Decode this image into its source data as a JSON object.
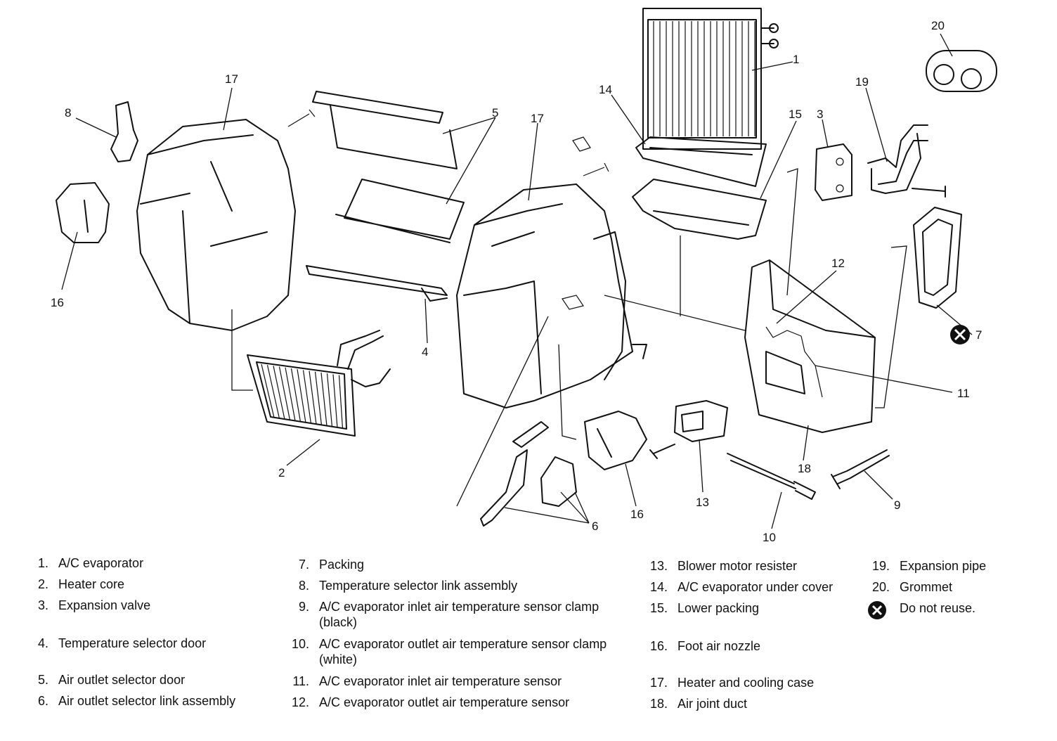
{
  "callouts": [
    "1",
    "2",
    "3",
    "4",
    "5",
    "6",
    "7",
    "8",
    "9",
    "10",
    "11",
    "12",
    "13",
    "14",
    "15",
    "16",
    "16",
    "17",
    "17",
    "18",
    "19",
    "20"
  ],
  "legend": {
    "items": [
      {
        "num": "1.",
        "text": "A/C evaporator"
      },
      {
        "num": "2.",
        "text": "Heater core"
      },
      {
        "num": "3.",
        "text": "Expansion valve"
      },
      {
        "num": "4.",
        "text": "Temperature selector door"
      },
      {
        "num": "5.",
        "text": "Air outlet selector door"
      },
      {
        "num": "6.",
        "text": "Air outlet selector link assembly"
      },
      {
        "num": "7.",
        "text": "Packing"
      },
      {
        "num": "8.",
        "text": "Temperature selector link assembly"
      },
      {
        "num": "9.",
        "text": "A/C evaporator inlet air temperature sensor clamp",
        "text2": "(black)"
      },
      {
        "num": "10.",
        "text": "A/C evaporator outlet air temperature sensor clamp",
        "text2": "(white)"
      },
      {
        "num": "11.",
        "text": "A/C evaporator inlet air temperature sensor"
      },
      {
        "num": "12.",
        "text": "A/C evaporator outlet air temperature sensor"
      },
      {
        "num": "13.",
        "text": "Blower motor resister"
      },
      {
        "num": "14.",
        "text": "A/C evaporator under cover"
      },
      {
        "num": "15.",
        "text": "Lower packing"
      },
      {
        "num": "16.",
        "text": "Foot air nozzle"
      },
      {
        "num": "17.",
        "text": "Heater and cooling case"
      },
      {
        "num": "18.",
        "text": "Air joint duct"
      },
      {
        "num": "19.",
        "text": "Expansion pipe"
      },
      {
        "num": "20.",
        "text": "Grommet"
      }
    ],
    "do_not_reuse": "Do not reuse.",
    "do_not_reuse_icon": "x-circle-icon"
  },
  "colors": {
    "line": "#111111",
    "background": "#ffffff"
  }
}
